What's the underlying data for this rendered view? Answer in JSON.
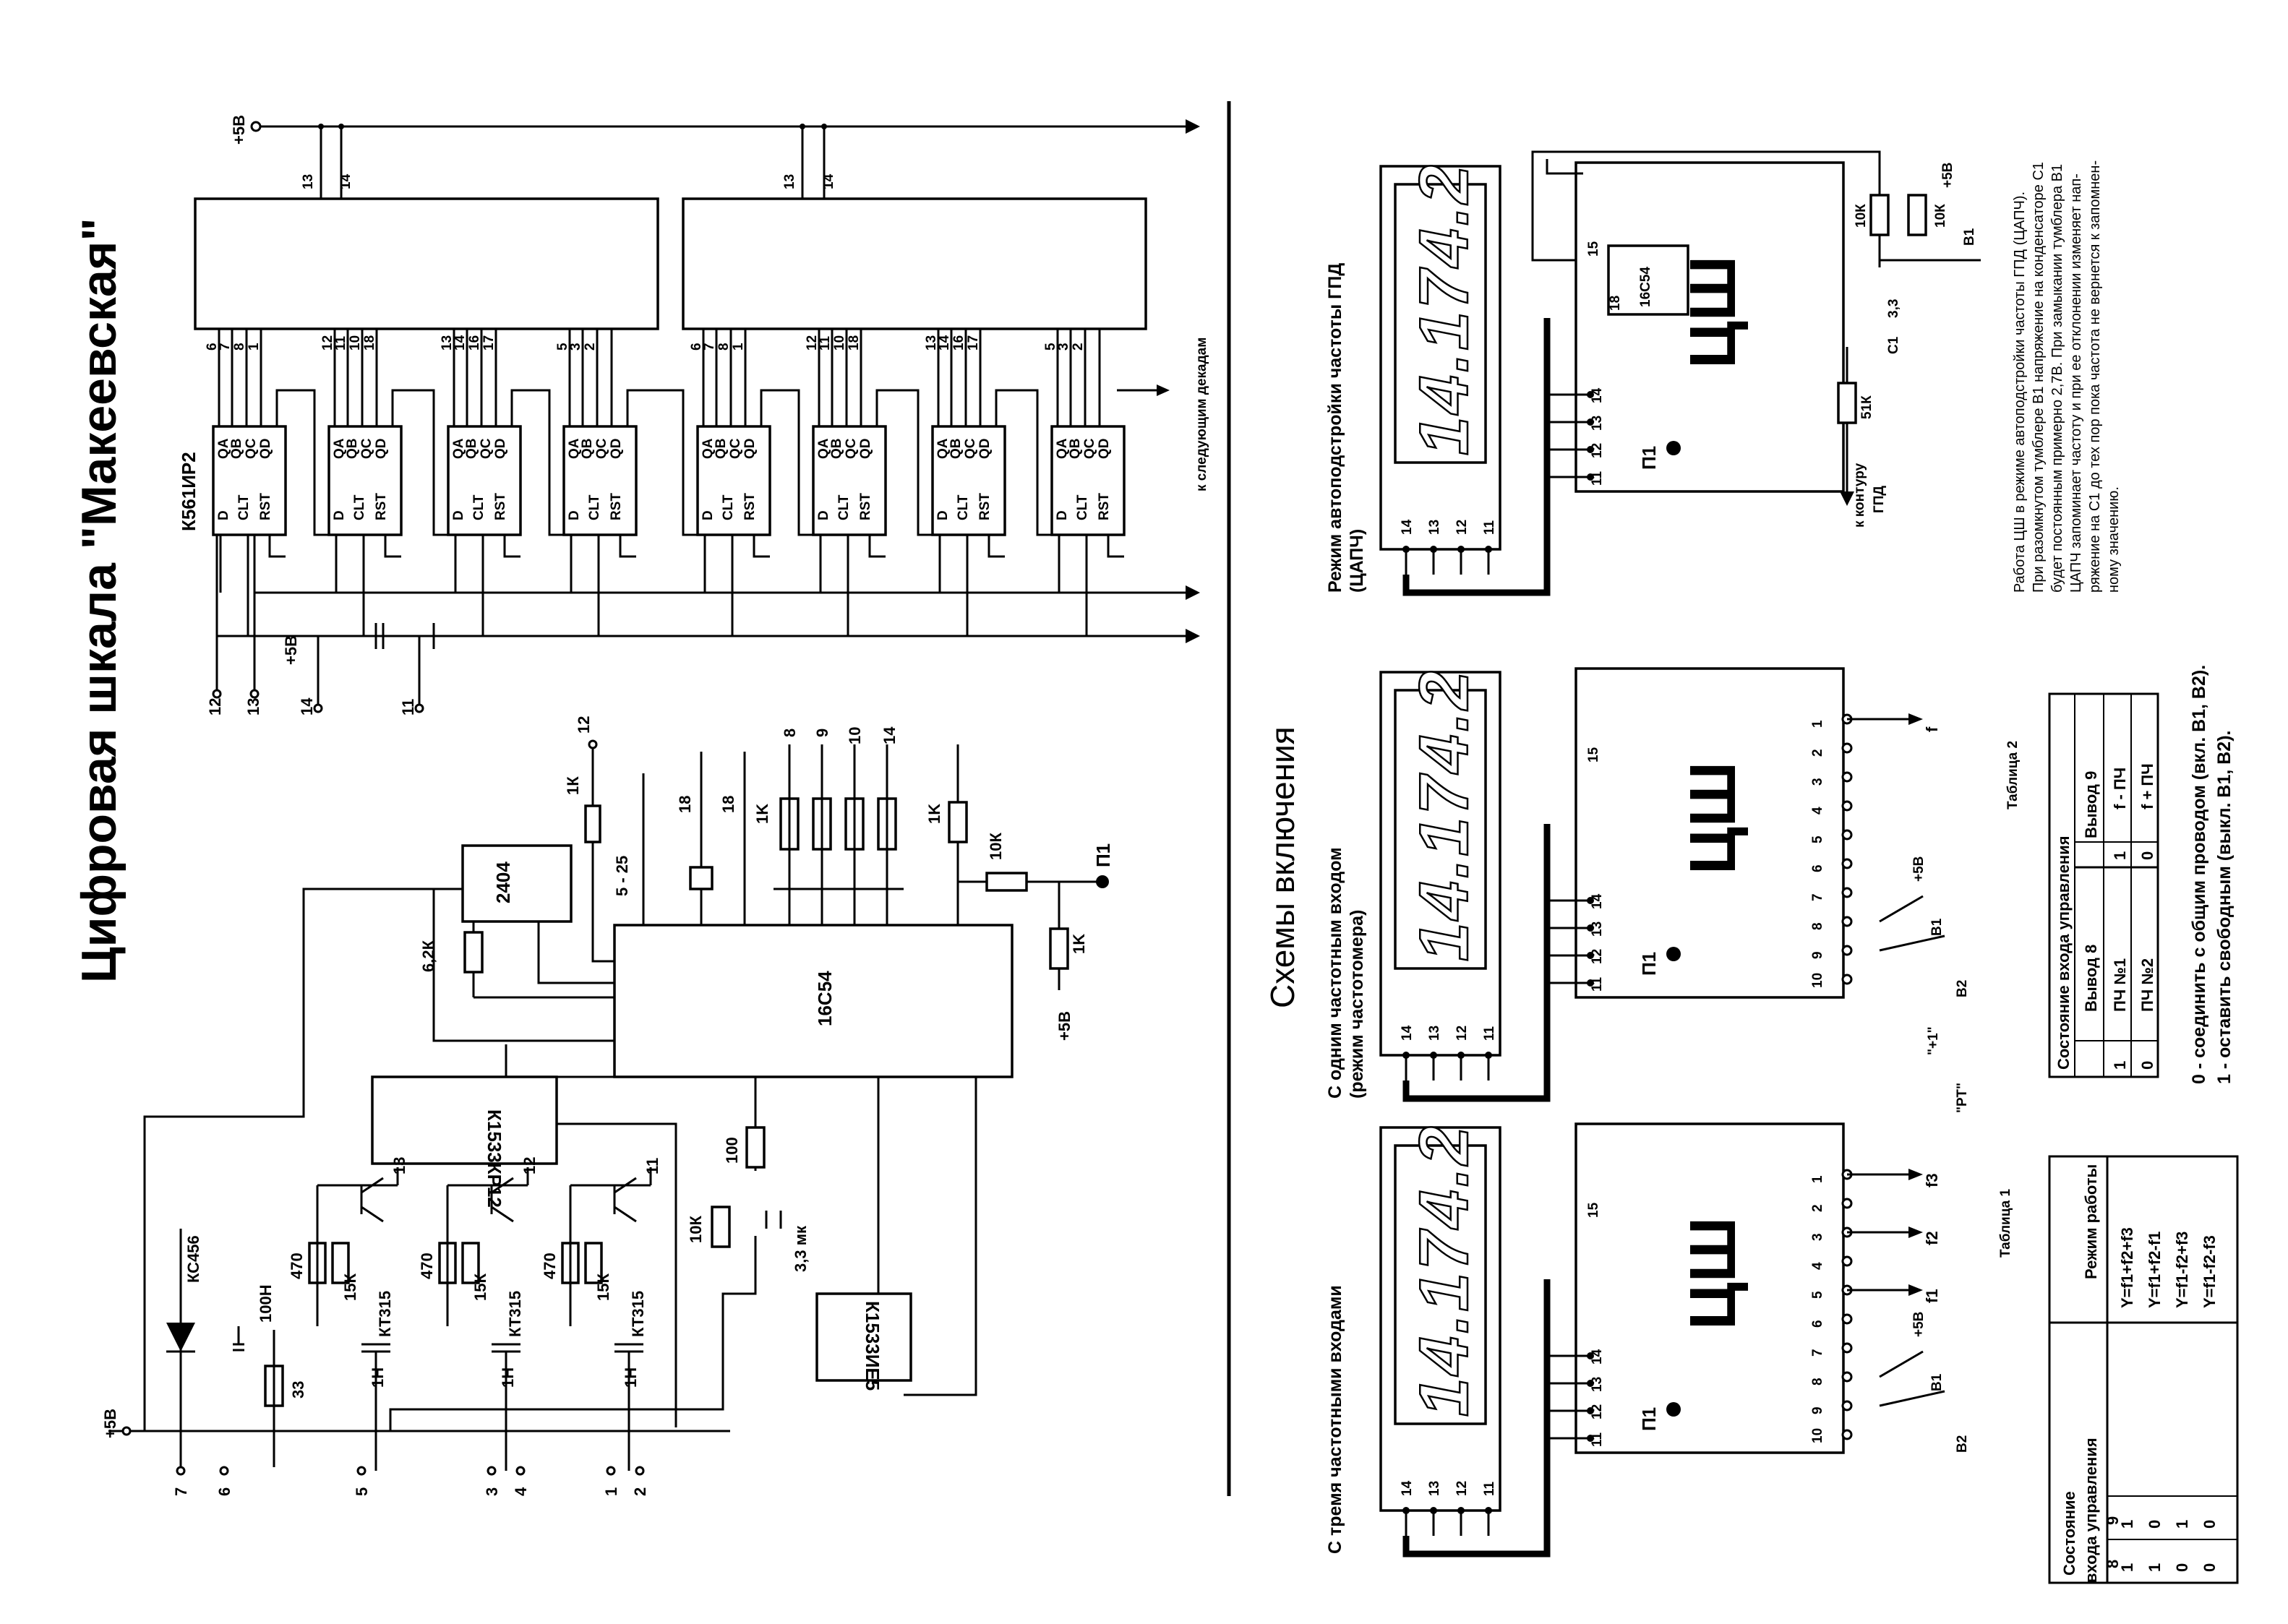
{
  "title": "Цифровая шкала \"Макеевская\"",
  "sections": {
    "connection": "Схемы включения"
  },
  "power": {
    "plus5": "+5В"
  },
  "decade_chips": {
    "type": "К561ИР2",
    "pins_top": [
      "13",
      "14"
    ],
    "pin_labels": [
      "D",
      "CLT",
      "RST",
      "QA",
      "QB",
      "QC",
      "QD"
    ],
    "to_next": "к следующим декадам",
    "bus_pins": [
      "12",
      "13",
      "14",
      "11"
    ]
  },
  "main": {
    "mcu": "16C54",
    "eeprom": "2404",
    "mux": "К1533КР12",
    "counter": "К1533ИЕ5",
    "transistor": "КТ315",
    "zener": "КС456",
    "trimmer": "5 - 25",
    "cap_33": "3,3 мк",
    "p1": "П1",
    "ext_pins": [
      "7",
      "6",
      "5",
      "3",
      "4",
      "1",
      "2"
    ],
    "parts": [
      "1К",
      "18",
      "10К",
      "6,2К",
      "100",
      "10К",
      "470",
      "15К",
      "1Н",
      "100Н",
      "33"
    ]
  },
  "scheme1": {
    "title": "С тремя частотными входами",
    "lcd": "14.174.2",
    "module": "ЦШ",
    "outputs": [
      "f3",
      "f2",
      "f1"
    ],
    "switches": [
      "В1",
      "В2"
    ]
  },
  "scheme2": {
    "title_l1": "С одним частотным входом",
    "title_l2": "(режим частотомера)",
    "lcd": "14.174.2",
    "module": "ЦШ",
    "outputs": [
      "f"
    ],
    "switches": [
      "В1",
      "В2"
    ],
    "buttons": [
      "\"+1\"",
      "\"РТ\""
    ]
  },
  "scheme3": {
    "title_l1": "Режим автоподстройки частоты ГПД",
    "title_l2": "(ЦАПЧ)",
    "lcd": "14.174.2",
    "module": "ЦШ",
    "chip": "16C54",
    "parts": [
      "10К",
      "10К",
      "51К",
      "С1",
      "3,3",
      "В1",
      "+5В"
    ],
    "gpd": "к контуру ГПД"
  },
  "table1": {
    "caption": "Таблица 1",
    "head_state": "Состояние входа управления",
    "head_mode": "Режим работы",
    "cols": [
      "8",
      "9"
    ],
    "rows": [
      [
        "1",
        "1",
        "Y=f1+f2+f3"
      ],
      [
        "1",
        "0",
        "Y=f1+f2-f1"
      ],
      [
        "0",
        "1",
        "Y=f1-f2+f3"
      ],
      [
        "0",
        "0",
        "Y=f1-f2-f3"
      ]
    ]
  },
  "table2": {
    "caption": "Таблица 2",
    "head_state": "Состояние входа управления",
    "cols": [
      "Вывод 8",
      "Вывод 9"
    ],
    "rows": [
      [
        "1",
        "ПЧ №1",
        "1",
        "f - ПЧ"
      ],
      [
        "0",
        "ПЧ №2",
        "0",
        "f + ПЧ"
      ]
    ]
  },
  "legend": {
    "l0": "0 - соединить с общим проводом (вкл. В1, В2).",
    "l1": "1 - оставить свободным (выкл. В1, В2)."
  },
  "description": [
    "Работа ЦШ в режиме автоподстройки частоты ГПД (ЦАПЧ).",
    "При разомкнутом тумблере В1 напряжение на конденсаторе С1",
    "будет постоянным примерно 2,7В. При замыкании тумблера В1",
    "ЦАПЧ запоминает частоту и при ее отклонении изменяет нап-",
    "ряжение на С1 до тех пор пока частота не вернется к запомнен-",
    "ному значению."
  ]
}
